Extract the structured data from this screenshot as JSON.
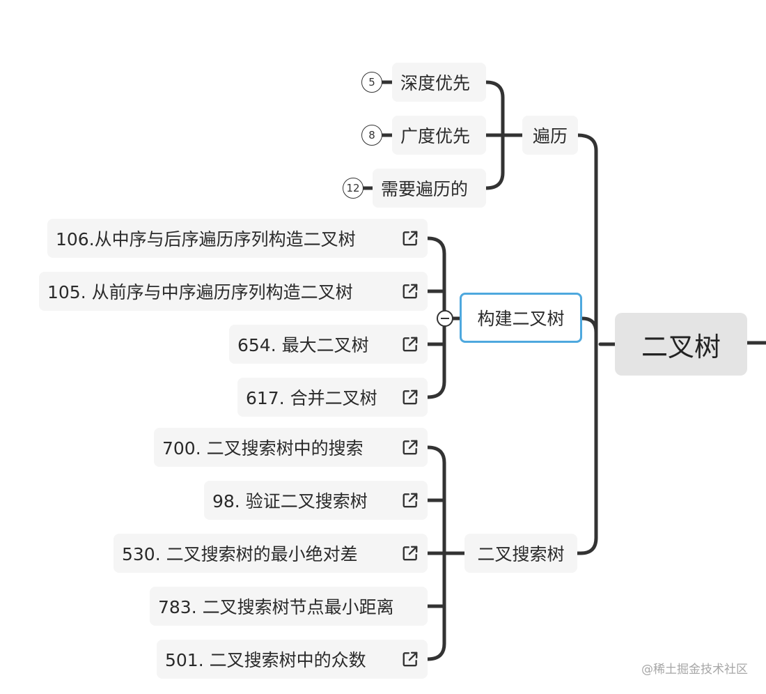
{
  "root": {
    "label": "二叉树"
  },
  "traversal": {
    "label": "遍历",
    "children": [
      {
        "label": "深度优先",
        "count": "5"
      },
      {
        "label": "广度优先",
        "count": "8"
      },
      {
        "label": "需要遍历的",
        "count": "12"
      }
    ]
  },
  "build": {
    "label": "构建二叉树",
    "children": [
      {
        "label": "106.从中序与后序遍历序列构造二叉树"
      },
      {
        "label": "105. 从前序与中序遍历序列构造二叉树"
      },
      {
        "label": "654. 最大二叉树"
      },
      {
        "label": "617. 合并二叉树"
      }
    ]
  },
  "bst": {
    "label": "二叉搜索树",
    "children": [
      {
        "label": "700. 二叉搜索树中的搜索"
      },
      {
        "label": "98. 验证二叉搜索树"
      },
      {
        "label": "530. 二叉搜索树的最小绝对差"
      },
      {
        "label": "783. 二叉搜索树节点最小距离"
      },
      {
        "label": "501. 二叉搜索树中的众数"
      }
    ]
  },
  "watermark": "@稀土掘金技术社区"
}
